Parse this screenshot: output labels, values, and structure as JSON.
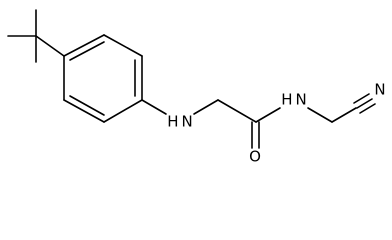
{
  "molecule": {
    "atoms": {
      "amine_nh": "H N",
      "amide_nh": "H N",
      "carbonyl_o": "O",
      "nitrile_n": "N"
    }
  },
  "colors": {
    "bond": "#000000",
    "label": "#000000",
    "background": "#ffffff"
  }
}
